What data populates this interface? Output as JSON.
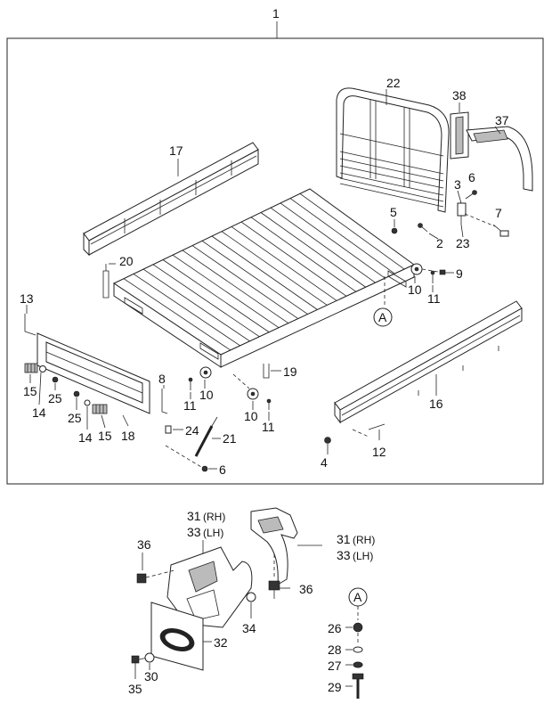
{
  "callouts": {
    "c1": "1",
    "c2": "2",
    "c3": "3",
    "c4": "4",
    "c5": "5",
    "c6a": "6",
    "c6b": "6",
    "c7": "7",
    "c8": "8",
    "c9": "9",
    "c10a": "10",
    "c10b": "10",
    "c10c": "10",
    "c11a": "11",
    "c11b": "11",
    "c11c": "11",
    "c12": "12",
    "c13": "13",
    "c14a": "14",
    "c14b": "14",
    "c15a": "15",
    "c15b": "15",
    "c16": "16",
    "c17": "17",
    "c18": "18",
    "c19": "19",
    "c20": "20",
    "c21": "21",
    "c22": "22",
    "c23": "23",
    "c24": "24",
    "c25a": "25",
    "c25b": "25",
    "c26": "26",
    "c27": "27",
    "c28": "28",
    "c29": "29",
    "c30": "30",
    "c31a": "31",
    "c31b": "31",
    "c32": "32",
    "c33a": "33",
    "c33b": "33",
    "c34": "34",
    "c35": "35",
    "c36a": "36",
    "c36b": "36",
    "c37": "37",
    "c38": "38"
  },
  "side_tags": {
    "rh": "(RH)",
    "lh": "(LH)"
  },
  "reference_markers": {
    "a_main": "A",
    "a_detail": "A"
  },
  "colors": {
    "line": "#222222",
    "background": "#ffffff"
  }
}
